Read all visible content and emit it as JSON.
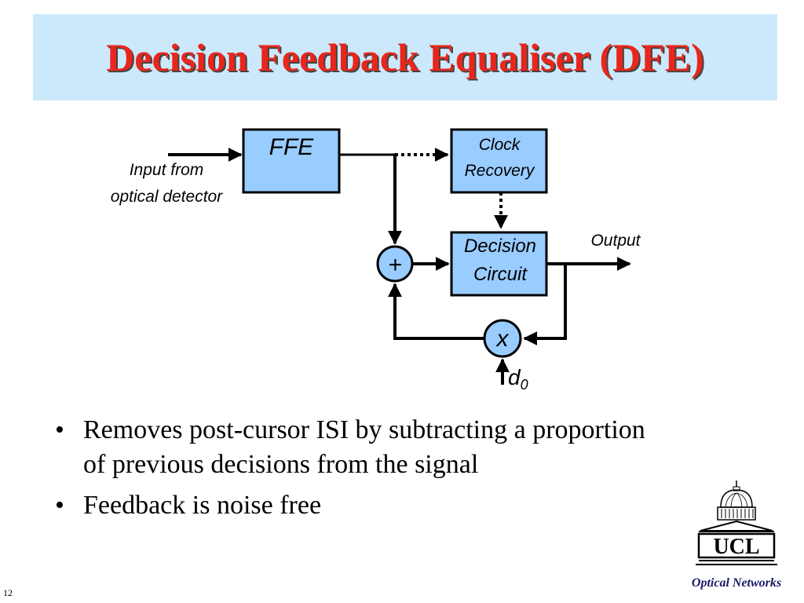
{
  "title": "Decision Feedback Equaliser (DFE)",
  "diagram": {
    "ffe_label": "FFE",
    "clock_label_line1": "Clock",
    "clock_label_line2": "Recovery",
    "decision_label_line1": "Decision",
    "decision_label_line2": "Circuit",
    "sum_symbol": "+",
    "mult_symbol": "x",
    "input_label_line1": "Input from",
    "input_label_line2": "optical detector",
    "output_label": "Output",
    "coef_base": "d",
    "coef_sub": "0"
  },
  "bullets": [
    {
      "line1": "Removes post-cursor ISI by subtracting a proportion",
      "line2": "of previous decisions from the signal"
    },
    {
      "line1": "Feedback is noise free",
      "line2": ""
    }
  ],
  "slide_number": "12",
  "logo": {
    "text": "UCL",
    "caption": "Optical Networks"
  },
  "colors": {
    "title": "#e8261c",
    "banner": "#cce9fb",
    "block_fill": "#99ccff",
    "caption": "#1a1a66"
  }
}
